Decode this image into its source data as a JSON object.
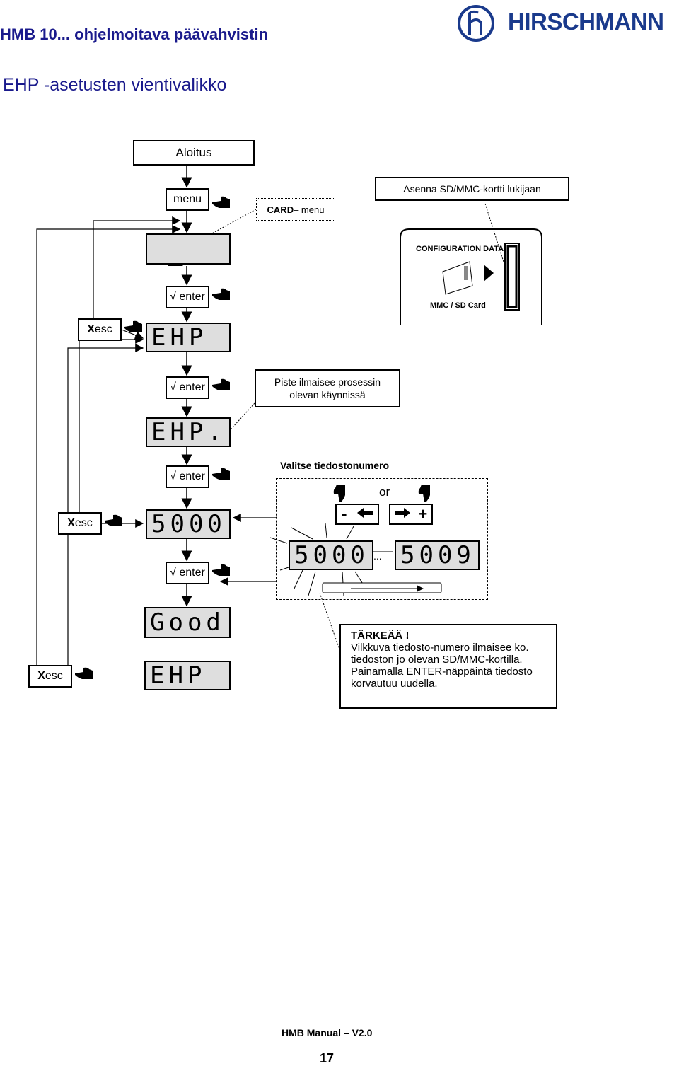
{
  "header": {
    "doc_title": "HMB 10... ohjelmoitava päävahvistin",
    "brand": "HIRSCHMANN",
    "brand_logo_icon": "hirschmann-h-logo-icon"
  },
  "section_title": "EHP -asetusten vientivalikko",
  "flow": {
    "start": "Aloitus",
    "menu_button": "menu",
    "card_menu_strong": "CARD",
    "card_menu_rest": " – menu",
    "insert_card_note": "Asenna SD/MMC-kortti lukijaan",
    "card_reader": {
      "config_label": "CONFIGURATION DATA",
      "slot_label": "MMC / SD Card"
    },
    "lcd_cursor": "_",
    "enter_label": "√ enter",
    "esc_strong": "X",
    "esc_rest": " esc",
    "lcd_ehp": "EHP",
    "lcd_ehp_dot": "EHP.",
    "dot_note_line1": "Piste ilmaisee prosessin",
    "dot_note_line2": "olevan käynnissä",
    "lcd_file": "5000",
    "select_file_title": "Valitse tiedostonumero",
    "or_label": "or",
    "minus_label": "-",
    "plus_label": "+",
    "lcd_file_start": "5000",
    "lcd_file_end": "5009",
    "ellipsis": "...",
    "lcd_good": "Good",
    "lcd_ehp_final": "EHP"
  },
  "important": {
    "title": "TÄRKEÄÄ !",
    "line1": "Vilkkuva tiedosto-numero ilmaisee ko.",
    "line2": "tiedoston jo olevan SD/MMC-kortilla.",
    "line3": "Painamalla ENTER-näppäintä tiedosto",
    "line4": "korvautuu uudella."
  },
  "footer": {
    "manual": "HMB Manual – V2.0",
    "page_number": "17"
  },
  "icons": {
    "hand": "pointing-hand-icon",
    "arrow_left": "arrow-left-icon",
    "arrow_right": "arrow-right-icon"
  }
}
